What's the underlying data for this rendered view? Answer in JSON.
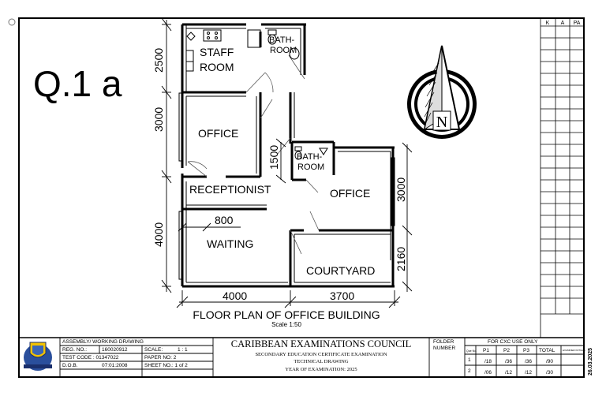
{
  "question_label": "Q.1 a",
  "rooms": {
    "staff_room": [
      "STAFF",
      "ROOM"
    ],
    "bathroom_top": [
      "BATH-",
      "ROOM"
    ],
    "office_left": "OFFICE",
    "bathroom_mid": [
      "BATH-",
      "ROOM"
    ],
    "receptionist": "RECEPTIONIST",
    "office_right": "OFFICE",
    "waiting": "WAITING",
    "courtyard": "COURTYARD"
  },
  "dimensions": {
    "left_2500": "2500",
    "left_3000": "3000",
    "left_4000": "4000",
    "mid_1500": "1500",
    "door_800": "800",
    "right_3000": "3000",
    "right_2160": "2160",
    "bottom_4000": "4000",
    "bottom_3700": "3700"
  },
  "drawing_title": "FLOOR PLAN OF OFFICE BUILDING",
  "scale_note": "Scale 1:50",
  "north_label": "N",
  "marking_grid": {
    "headers": [
      "K",
      "A",
      "PA"
    ]
  },
  "date_stamp": "26.03.2025",
  "title_block": {
    "assembly": "ASSEMBLY/ WORKING DRAWING",
    "reg_no_label": "REG. NO.:",
    "reg_no": "160020912",
    "scale_label": "SCALE:",
    "scale_value": "1 : 1",
    "test_code": "TEST CODE : 01347022",
    "paper_no": "PAPER NO: 2",
    "dob_label": "D.O.B.",
    "dob": "07:01:2008",
    "sheet_no": "SHEET NO.: 1 of 2",
    "council": "CARIBBEAN EXAMINATIONS COUNCIL",
    "exam": "SECONDARY EDUCATION CERTIFICATE EXAMINATION",
    "subject": "TECHNICAL DRAWING",
    "year": "YEAR OF EXAMINATION:  2025",
    "folder": "FOLDER",
    "number": "NUMBER",
    "cxc_use": "FOR CXC USE ONLY",
    "que_label": "Que No.",
    "cols": [
      "P1",
      "P2",
      "P3",
      "TOTAL"
    ],
    "examiner": "EXAMINER INITIALS",
    "row1": [
      "1",
      "/18",
      "/36",
      "/36",
      "/90"
    ],
    "row2": [
      "2",
      "/06",
      "/12",
      "/12",
      "/30"
    ]
  }
}
